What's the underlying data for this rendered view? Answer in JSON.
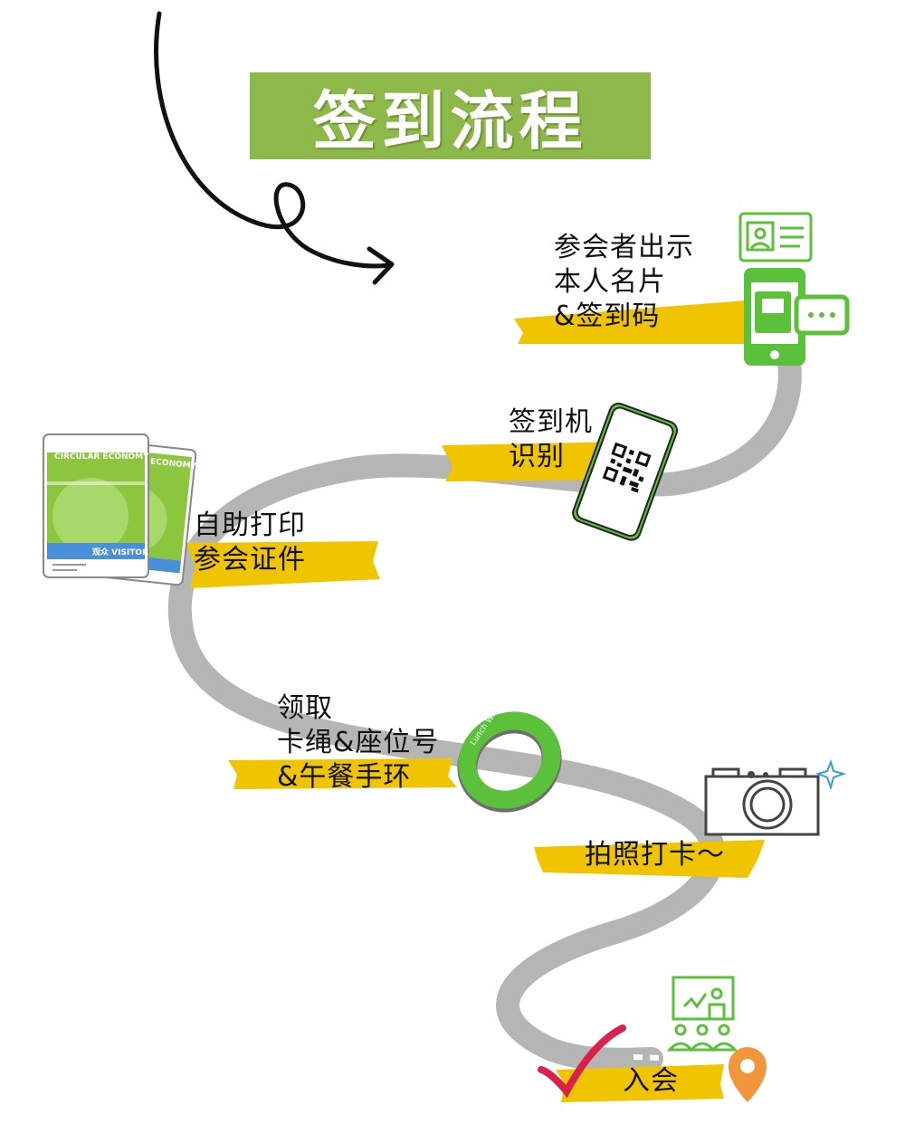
{
  "title": "签到流程",
  "colors": {
    "accent_green": "#8db84a",
    "icon_green": "#5cc13a",
    "road_gray": "#b5b5b5",
    "highlight_yellow": "#f0c400",
    "check_red": "#d9214a",
    "pin_orange": "#f2953b"
  },
  "steps": [
    {
      "lines": [
        "参会者出示",
        "本人名片",
        "&签到码"
      ],
      "icon": "id-card-phone-chat-icon"
    },
    {
      "lines": [
        "签到机",
        "识别"
      ],
      "icon": "qr-code-phone-icon"
    },
    {
      "lines": [
        "自助打印",
        "参会证件"
      ],
      "icon": "badge-cards-icon"
    },
    {
      "lines": [
        "领取",
        "卡绳&座位号",
        "&午餐手环"
      ],
      "icon": "wristband-icon"
    },
    {
      "lines": [
        "拍照打卡～"
      ],
      "icon": "camera-icon"
    },
    {
      "lines": [
        "入会"
      ],
      "icon": "presentation-classroom-icon"
    }
  ],
  "wristband_text": "Lunch Wristband",
  "badge": {
    "event_name": "CIRCULAR ECONOMY",
    "back_event_name": "ECONOMY",
    "visitor_label": "观众 VISITOR"
  }
}
